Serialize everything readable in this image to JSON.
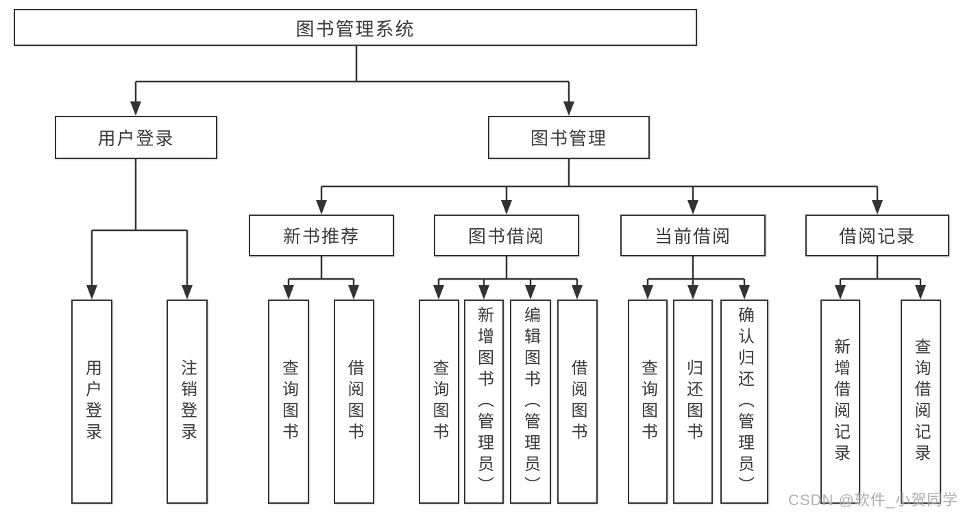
{
  "tree": {
    "label": "图书管理系统",
    "children": [
      {
        "label": "用户登录",
        "children": [
          {
            "label": "用户登录"
          },
          {
            "label": "注销登录"
          }
        ]
      },
      {
        "label": "图书管理",
        "children": [
          {
            "label": "新书推荐",
            "children": [
              {
                "label": "查询图书"
              },
              {
                "label": "借阅图书"
              }
            ]
          },
          {
            "label": "图书借阅",
            "children": [
              {
                "label": "查询图书"
              },
              {
                "label": "新增图书（管理员）"
              },
              {
                "label": "编辑图书（管理员）"
              },
              {
                "label": "借阅图书"
              }
            ]
          },
          {
            "label": "当前借阅",
            "children": [
              {
                "label": "查询图书"
              },
              {
                "label": "归还图书"
              },
              {
                "label": "确认归还（管理员）"
              }
            ]
          },
          {
            "label": "借阅记录",
            "children": [
              {
                "label": "新增借阅记录"
              },
              {
                "label": "查询借阅记录"
              }
            ]
          }
        ]
      }
    ]
  },
  "watermark": {
    "text": "CSDN @软件_小贺同学"
  },
  "colors": {
    "line": "#333333",
    "text": "#3a3a3a",
    "box_background": "#ffffff",
    "watermark": "#b8b8b8",
    "background": "#ffffff"
  }
}
